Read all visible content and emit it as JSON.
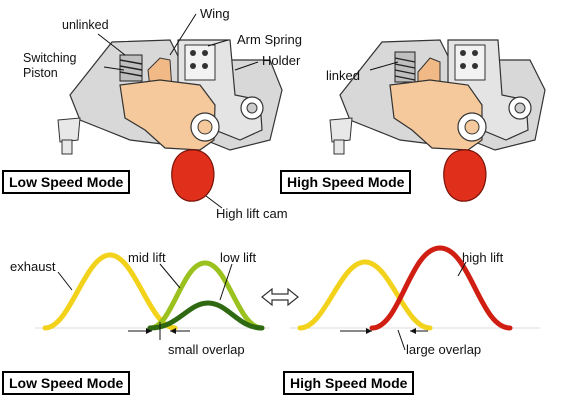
{
  "top_left": {
    "labels": {
      "unlinked": "unlinked",
      "switching_piston": "Switching\nPiston",
      "wing": "Wing",
      "arm_spring": "Arm Spring",
      "holder": "Holder",
      "high_lift_cam": "High lift cam"
    },
    "mode": "Low Speed Mode"
  },
  "top_right": {
    "labels": {
      "linked": "linked"
    },
    "mode": "High Speed Mode"
  },
  "bottom_left": {
    "labels": {
      "exhaust": "exhaust",
      "mid_lift": "mid lift",
      "low_lift": "low lift",
      "small_overlap": "small overlap"
    },
    "mode": "Low Speed Mode"
  },
  "bottom_right": {
    "labels": {
      "high_lift": "high lift",
      "large_overlap": "large overlap"
    },
    "mode": "High Speed Mode"
  },
  "arrow_glyph": "⇔",
  "colors": {
    "exhaust_curve": "#f2d21a",
    "mid_lift_curve": "#9ac11e",
    "low_lift_curve": "#2f6a12",
    "high_lift_curve": "#d11e12",
    "cam": "#e0301c",
    "rocker_arm": "#f4c89a",
    "mechanism_grey": "#d4d4d4"
  },
  "icons": [
    "rocker-arm-assembly",
    "high-lift-cam",
    "valve-lift-curve",
    "double-arrow-icon"
  ]
}
